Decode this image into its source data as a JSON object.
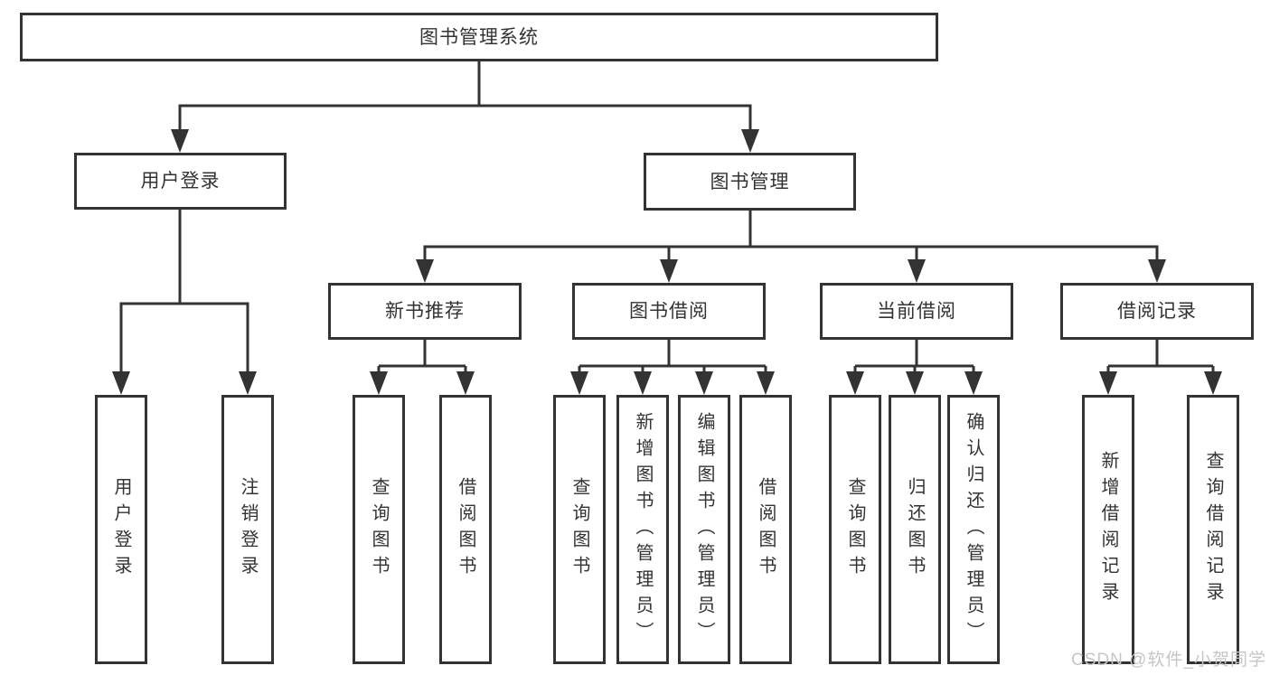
{
  "colors": {
    "line": "#333333",
    "box_border": "#333333",
    "box_background": "#ffffff",
    "text": "#333333",
    "watermark": "#c6c6c6"
  },
  "watermark": "CSDN @软件_小贺同学",
  "tree": {
    "label": "图书管理系统",
    "children": [
      {
        "label": "用户登录",
        "children": [
          {
            "label": "用户登录"
          },
          {
            "label": "注销登录"
          }
        ]
      },
      {
        "label": "图书管理",
        "children": [
          {
            "label": "新书推荐",
            "children": [
              {
                "label": "查询图书"
              },
              {
                "label": "借阅图书"
              }
            ]
          },
          {
            "label": "图书借阅",
            "children": [
              {
                "label": "查询图书"
              },
              {
                "label": "新增图书（管理员）"
              },
              {
                "label": "编辑图书（管理员）"
              },
              {
                "label": "借阅图书"
              }
            ]
          },
          {
            "label": "当前借阅",
            "children": [
              {
                "label": "查询图书"
              },
              {
                "label": "归还图书"
              },
              {
                "label": "确认归还（管理员）"
              }
            ]
          },
          {
            "label": "借阅记录",
            "children": [
              {
                "label": "新增借阅记录"
              },
              {
                "label": "查询借阅记录"
              }
            ]
          }
        ]
      }
    ]
  }
}
